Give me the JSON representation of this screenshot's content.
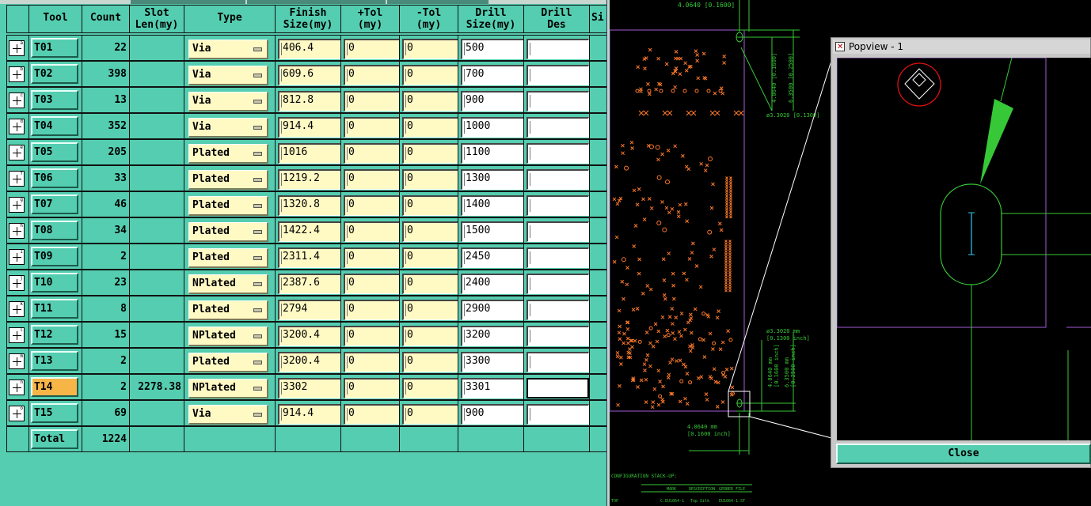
{
  "headers": {
    "tool": "Tool",
    "count": "Count",
    "slot_len": "Slot\nLen(my)",
    "type": "Type",
    "finish_size": "Finish\nSize(my)",
    "plus_tol": "+Tol\n(my)",
    "minus_tol": "-Tol\n(my)",
    "drill_size": "Drill\nSize(my)",
    "drill_des": "Drill\nDes",
    "size_partial": "Si"
  },
  "rows": [
    {
      "tool": "T01",
      "count": "22",
      "slot": "",
      "type": "Via",
      "finish": "406.4",
      "ptol": "0",
      "mtol": "0",
      "drill": "500",
      "marker": "a"
    },
    {
      "tool": "T02",
      "count": "398",
      "slot": "",
      "type": "Via",
      "finish": "609.6",
      "ptol": "0",
      "mtol": "0",
      "drill": "700",
      "marker": "b"
    },
    {
      "tool": "T03",
      "count": "13",
      "slot": "",
      "type": "Via",
      "finish": "812.8",
      "ptol": "0",
      "mtol": "0",
      "drill": "900",
      "marker": "c"
    },
    {
      "tool": "T04",
      "count": "352",
      "slot": "",
      "type": "Via",
      "finish": "914.4",
      "ptol": "0",
      "mtol": "0",
      "drill": "1000",
      "marker": "d"
    },
    {
      "tool": "T05",
      "count": "205",
      "slot": "",
      "type": "Plated",
      "finish": "1016",
      "ptol": "0",
      "mtol": "0",
      "drill": "1100",
      "marker": "e"
    },
    {
      "tool": "T06",
      "count": "33",
      "slot": "",
      "type": "Plated",
      "finish": "1219.2",
      "ptol": "0",
      "mtol": "0",
      "drill": "1300",
      "marker": "f"
    },
    {
      "tool": "T07",
      "count": "46",
      "slot": "",
      "type": "Plated",
      "finish": "1320.8",
      "ptol": "0",
      "mtol": "0",
      "drill": "1400",
      "marker": "g"
    },
    {
      "tool": "T08",
      "count": "34",
      "slot": "",
      "type": "Plated",
      "finish": "1422.4",
      "ptol": "0",
      "mtol": "0",
      "drill": "1500",
      "marker": "h"
    },
    {
      "tool": "T09",
      "count": "2",
      "slot": "",
      "type": "Plated",
      "finish": "2311.4",
      "ptol": "0",
      "mtol": "0",
      "drill": "2450",
      "marker": "i"
    },
    {
      "tool": "T10",
      "count": "23",
      "slot": "",
      "type": "NPlated",
      "finish": "2387.6",
      "ptol": "0",
      "mtol": "0",
      "drill": "2400",
      "marker": "j"
    },
    {
      "tool": "T11",
      "count": "8",
      "slot": "",
      "type": "Plated",
      "finish": "2794",
      "ptol": "0",
      "mtol": "0",
      "drill": "2900",
      "marker": "k"
    },
    {
      "tool": "T12",
      "count": "15",
      "slot": "",
      "type": "NPlated",
      "finish": "3200.4",
      "ptol": "0",
      "mtol": "0",
      "drill": "3200",
      "marker": "l"
    },
    {
      "tool": "T13",
      "count": "2",
      "slot": "",
      "type": "Plated",
      "finish": "3200.4",
      "ptol": "0",
      "mtol": "0",
      "drill": "3300",
      "marker": "m"
    },
    {
      "tool": "T14",
      "count": "2",
      "slot": "2278.38",
      "type": "NPlated",
      "finish": "3302",
      "ptol": "0",
      "mtol": "0",
      "drill": "3301",
      "marker": "n",
      "selected": true
    },
    {
      "tool": "T15",
      "count": "69",
      "slot": "",
      "type": "Via",
      "finish": "914.4",
      "ptol": "0",
      "mtol": "0",
      "drill": "900",
      "marker": "o"
    }
  ],
  "total": {
    "label": "Total",
    "count": "1224"
  },
  "pcb": {
    "dim_top": "4.0640 [0.1600]",
    "dim_v1": "4.0640 [0.1600]",
    "dim_v2": "6.3500 [0.2500]",
    "dim_dia1": "ø3.3020 [0.1300]",
    "dim_dia2a": "ø3.3020 mm",
    "dim_dia2b": "[0.1300 inch]",
    "dim_v3a": "4.0640 mm",
    "dim_v3b": "[0.1600 inch]",
    "dim_v4a": "6.3500 mm",
    "dim_v4b": "[0.2500 inch]",
    "dim_bot_a": "4.0640 mm",
    "dim_bot_b": "[0.1600 inch]",
    "stack_title": "CONFIGURATION STACK-UP:",
    "stack_h1": "MARK",
    "stack_h2": "DESCRIPTION",
    "stack_h3": "GERBER FILE",
    "stack_r1": "TOP",
    "stack_r2": "C.EU1064-1",
    "stack_r3": "Top Silk",
    "stack_r4": "EU1064-1.ST"
  },
  "popview": {
    "title": "Popview - 1",
    "close_label": "Close"
  },
  "colors": {
    "panel": "#54cdb0",
    "selected_tool": "#f7b447",
    "field_yellow": "#fff9c4",
    "pcb_orange": "#ff7a2a",
    "pcb_green": "#37c837",
    "outline_purple": "#a35dd8"
  }
}
